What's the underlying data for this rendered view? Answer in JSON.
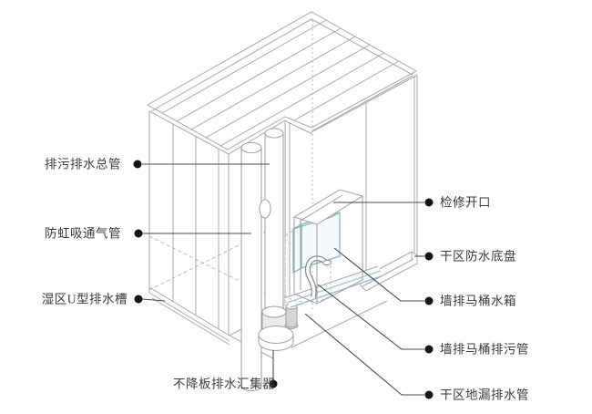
{
  "diagram": {
    "subject": "same-floor-drainage-isometric-diagram",
    "colors": {
      "background": "#ffffff",
      "structure_line": "#a8a8a8",
      "leader_line": "#4a4a4a",
      "text": "#3a3a3a",
      "dot": "#141414",
      "accent_blue": "#86bccb",
      "accent_blue_light": "#a5d3dd",
      "pipe_shade": "#d4d7d9"
    }
  },
  "labels": {
    "left": [
      {
        "id": "main-sewage-drain-pipe",
        "text": "排污排水总管"
      },
      {
        "id": "anti-siphon-vent-pipe",
        "text": "防虹吸通气管"
      },
      {
        "id": "wet-area-u-drain-channel",
        "text": "湿区U型排水槽"
      }
    ],
    "bottom": {
      "id": "no-drop-slab-drain-collector",
      "text": "不降板排水汇集器"
    },
    "right": [
      {
        "id": "inspection-opening",
        "text": "检修开口"
      },
      {
        "id": "dry-area-waterproof-pan",
        "text": "干区防水底盘"
      },
      {
        "id": "wall-hung-toilet-tank",
        "text": "墙排马桶水箱"
      },
      {
        "id": "wall-hung-toilet-soil-pipe",
        "text": "墙排马桶排污管"
      },
      {
        "id": "dry-area-floor-drain-pipe",
        "text": "干区地漏排水管"
      }
    ]
  }
}
